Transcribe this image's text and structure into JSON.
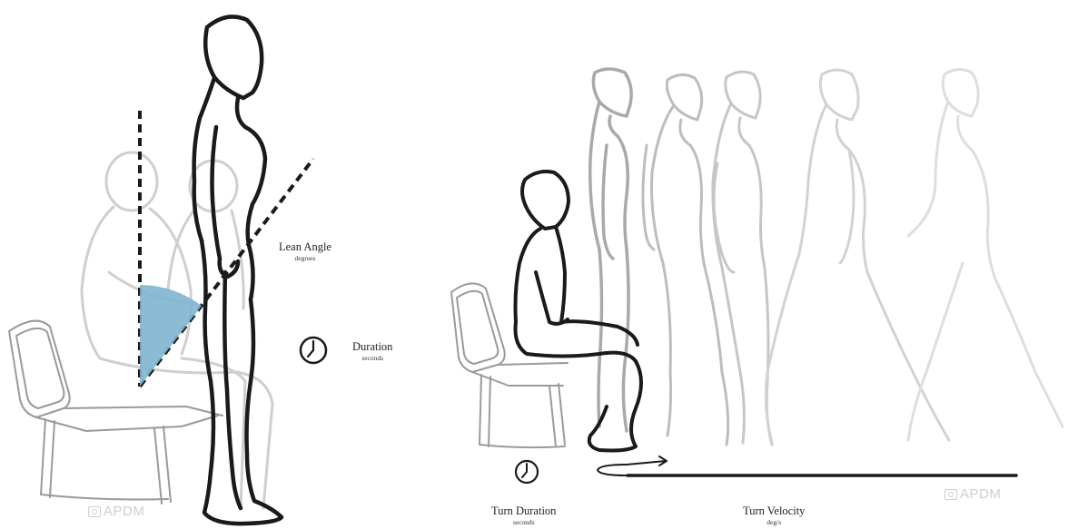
{
  "labels": {
    "lean_angle": {
      "title": "Lean Angle",
      "unit": "degrees"
    },
    "duration": {
      "title": "Duration",
      "unit": "seconds"
    },
    "turn_duration": {
      "title": "Turn Duration",
      "unit": "seconds"
    },
    "turn_velocity": {
      "title": "Turn Velocity",
      "unit": "deg/s"
    }
  },
  "watermarks": {
    "left": "APDM",
    "right": "APDM"
  },
  "icons": {
    "duration_clock": "clock-icon",
    "turn_duration_clock": "clock-icon",
    "lean_wedge": "angle-wedge",
    "direction_arrow": "arrow-right-icon"
  },
  "colors": {
    "lean_wedge": "#7fb5cf",
    "figure_dark": "#1a1a1a",
    "figure_faded": "#cccccc"
  }
}
